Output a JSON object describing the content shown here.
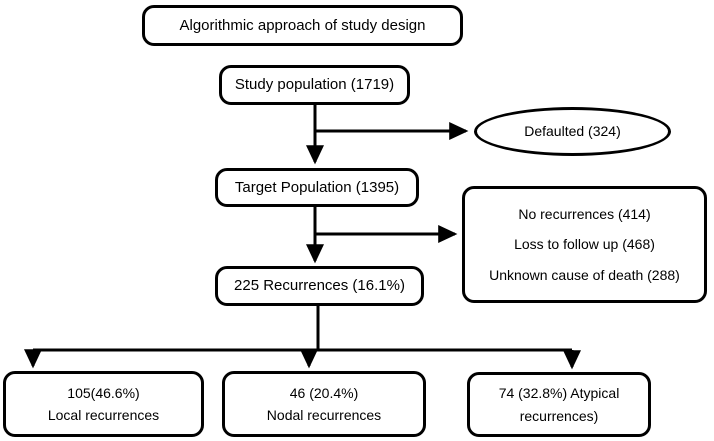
{
  "diagram": {
    "title": "Algorithmic approach of study design",
    "nodes": {
      "title_box": {
        "label": "Algorithmic approach of study design"
      },
      "study_population": {
        "label": "Study population (1719)"
      },
      "defaulted": {
        "label": "Defaulted (324)"
      },
      "target_population": {
        "label": "Target Population (1395)"
      },
      "exclusions": {
        "line1": "No recurrences (414)",
        "line2": "Loss to follow up (468)",
        "line3": "Unknown cause of death (288)"
      },
      "recurrences": {
        "label": "225 Recurrences (16.1%)"
      },
      "local_recurrences": {
        "line1": "105(46.6%)",
        "line2": "Local recurrences"
      },
      "nodal_recurrences": {
        "line1": "46 (20.4%)",
        "line2": "Nodal recurrences"
      },
      "atypical_recurrences": {
        "line1": "74 (32.8%) Atypical",
        "line2": "recurrences)"
      }
    },
    "colors": {
      "stroke": "#000000",
      "fill": "#ffffff",
      "text": "#000000"
    }
  }
}
